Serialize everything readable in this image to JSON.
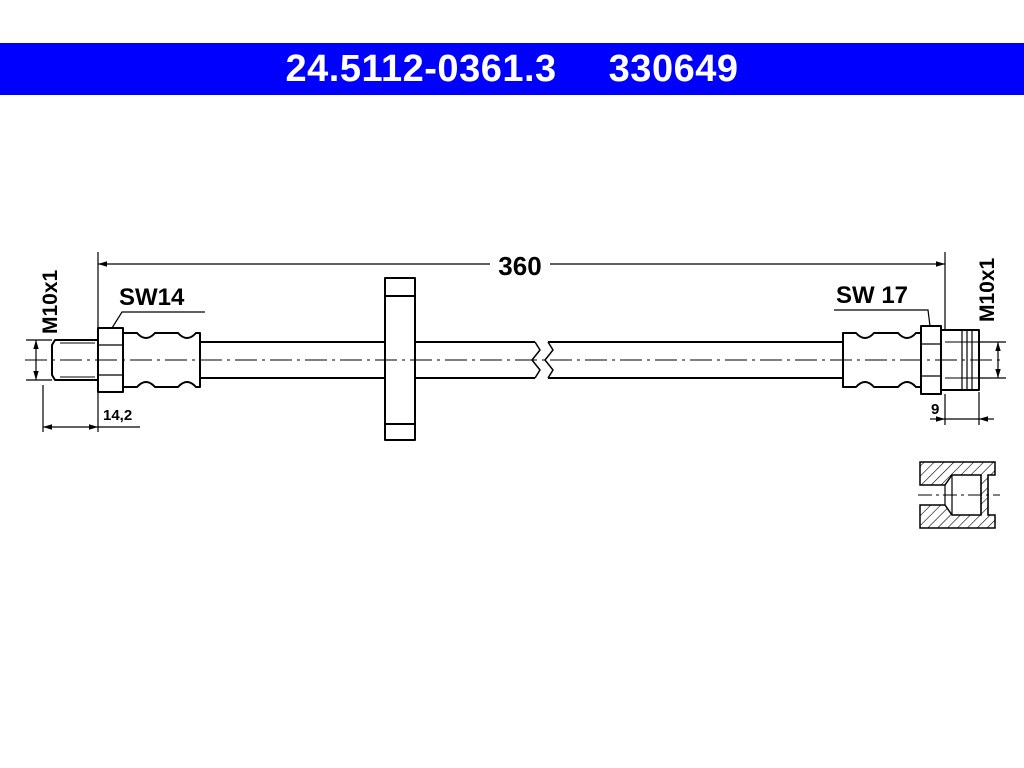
{
  "header": {
    "part_number": "24.5112-0361.3",
    "reference_number": "330649",
    "background_color": "#0000ff",
    "text_color": "#ffffff"
  },
  "drawing": {
    "overall_length": "360",
    "left_fitting": {
      "thread_label": "M10x1",
      "wrench_size_label": "SW14",
      "length_label": "14,2"
    },
    "right_fitting": {
      "thread_label": "M10x1",
      "wrench_size_label": "SW 17",
      "length_label": "9"
    },
    "line_color": "#000000"
  }
}
